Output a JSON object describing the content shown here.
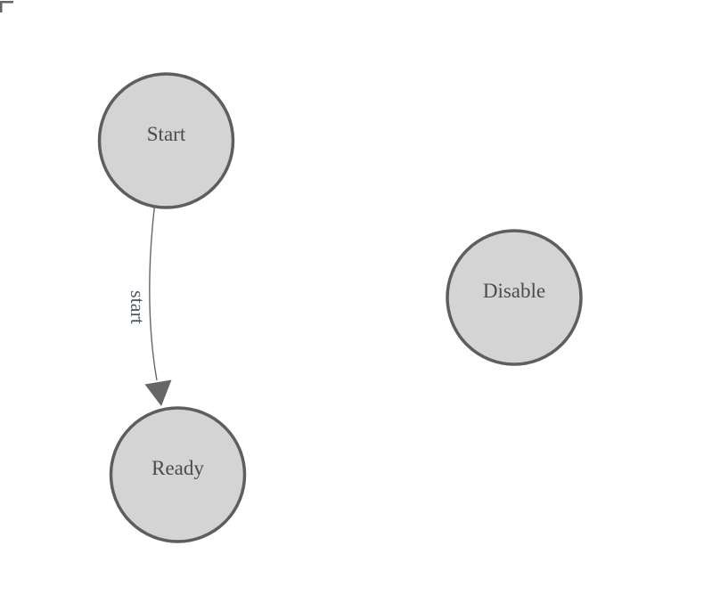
{
  "diagram": {
    "type": "state-machine-graph",
    "background_color": "#ffffff",
    "colors": {
      "node_fill": "#d4d4d4",
      "node_stroke": "#5e5e5e",
      "node_text": "#4b4b4b",
      "edge_stroke": "#666666",
      "edge_arrowhead": "#666666",
      "edge_label_text": "#515a66",
      "corner_marker": "#666666"
    },
    "nodes": {
      "start": {
        "label": "Start"
      },
      "ready": {
        "label": "Ready"
      },
      "disable": {
        "label": "Disable"
      }
    },
    "edges": {
      "start_to_ready": {
        "label": "start",
        "from": "Start",
        "to": "Ready",
        "direction": "Start -> Ready"
      }
    }
  }
}
